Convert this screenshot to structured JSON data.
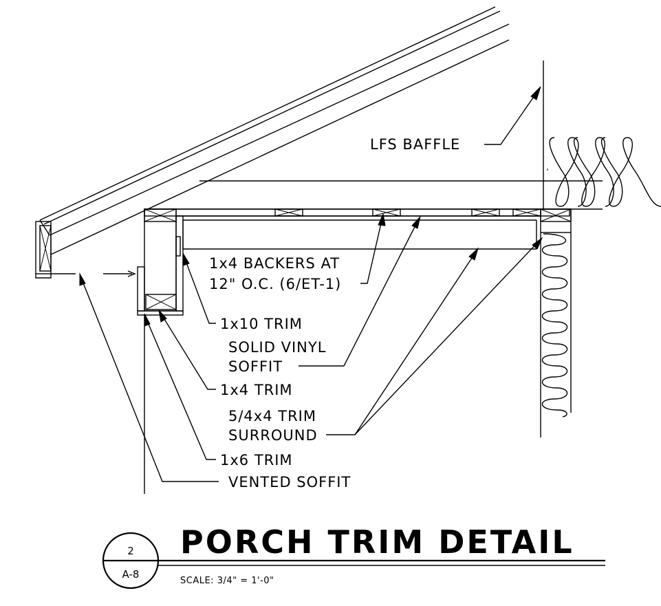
{
  "labels": {
    "lfs_baffle": "LFS BAFFLE",
    "backers_line1": "1x4 BACKERS AT",
    "backers_line2": "12\" O.C. (6/ET-1)",
    "trim_1x10": "1x10 TRIM",
    "soffit_line1": "SOLID VINYL",
    "soffit_line2": "SOFFIT",
    "trim_1x4": "1x4 TRIM",
    "surround_line1": "5/4x4 TRIM",
    "surround_line2": "SURROUND",
    "trim_1x6": "1x6 TRIM",
    "vented_soffit": "VENTED SOFFIT"
  },
  "title_block": {
    "detail_number": "2",
    "sheet_number": "A-8",
    "title": "PORCH TRIM DETAIL",
    "scale": "SCALE: 3/4\" = 1'-0\""
  }
}
